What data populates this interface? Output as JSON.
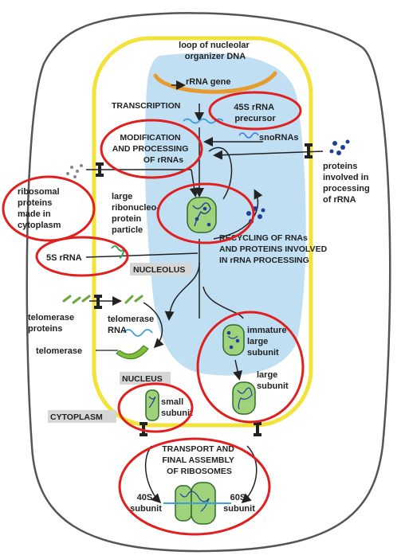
{
  "labels": {
    "loop": [
      "loop of nucleolar",
      "organizer DNA"
    ],
    "rrna_gene": "rRNA gene",
    "transcription": "TRANSCRIPTION",
    "precursor": [
      "45S rRNA",
      "precursor"
    ],
    "modification": [
      "MODIFICATION",
      "AND PROCESSING",
      "OF rRNAs"
    ],
    "snornas": "snoRNAs",
    "proteins_processing": [
      "proteins",
      "involved in",
      "processing",
      "of rRNA"
    ],
    "ribosomal_proteins": [
      "ribosomal",
      "proteins",
      "made in",
      "cytoplasm"
    ],
    "large_rnp": [
      "large",
      "ribonucleo-",
      "protein",
      "particle"
    ],
    "recycling": [
      "RECYCLING OF RNAs",
      "AND PROTEINS INVOLVED",
      "IN rRNA PROCESSING"
    ],
    "rrna_5s": "5S rRNA",
    "nucleolus": "NUCLEOLUS",
    "telomerase_proteins": [
      "telomerase",
      "proteins"
    ],
    "telomerase_rna": [
      "telomerase",
      "RNA"
    ],
    "telomerase": "telomerase",
    "immature_large": [
      "immature",
      "large",
      "subunit"
    ],
    "large_subunit": [
      "large",
      "subunit"
    ],
    "nucleus": "NUCLEUS",
    "small_subunit": [
      "small",
      "subunit"
    ],
    "cytoplasm": "CYTOPLASM",
    "transport": [
      "TRANSPORT AND",
      "FINAL ASSEMBLY",
      "OF RIBOSOMES"
    ],
    "subunit_40s": [
      "40S",
      "subunit"
    ],
    "subunit_60s": [
      "60S",
      "subunit"
    ]
  },
  "colors": {
    "cell_outline": "#555555",
    "nuclear_envelope": "#f2e33a",
    "nucleolus": "#b9dcf2",
    "highlight": "#e02020",
    "rrna_gene": "#e89a2c",
    "ribosome_fill": "#9fd27a",
    "protein_dots": "#1f3f9a",
    "label_box": "#d6d6d6"
  },
  "icons": [
    "pore-icon",
    "arrow-icon",
    "ribosome-icon",
    "protein-dots-icon",
    "rna-wave-icon",
    "telomerase-icon"
  ]
}
